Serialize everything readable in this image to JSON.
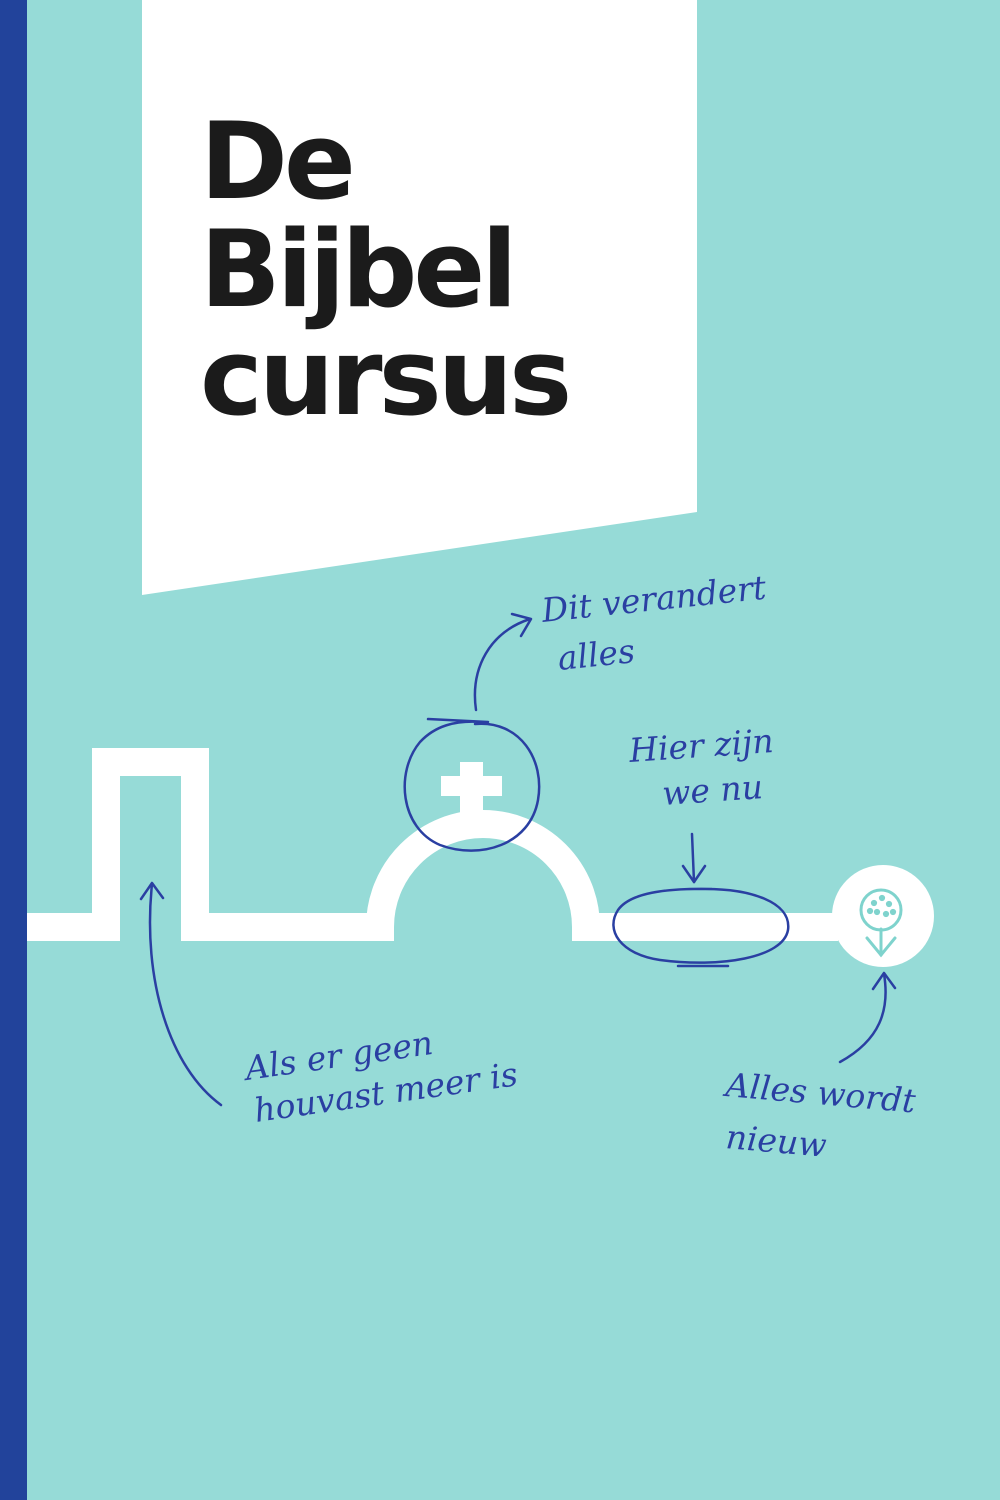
{
  "title": {
    "line1": "De",
    "line2": "Bijbel",
    "line3": "cursus"
  },
  "annotations": {
    "top_line1": "Dit verandert",
    "top_line2": "alles",
    "middle_line1": "Hier zijn",
    "middle_line2": "we nu",
    "left_line1": "Als er geen",
    "left_line2": "houvast meer is",
    "right_line1": "Alles wordt",
    "right_line2": "nieuw"
  },
  "icons": {
    "cross": "cross-icon",
    "tree": "tree-icon"
  },
  "colors": {
    "background": "#96dbd7",
    "spine": "#22439b",
    "title_panel": "#ffffff",
    "title_text": "#1b1b1b",
    "path": "#ffffff",
    "annotation": "#2a3fa2",
    "tree": "#7fd3cd"
  }
}
